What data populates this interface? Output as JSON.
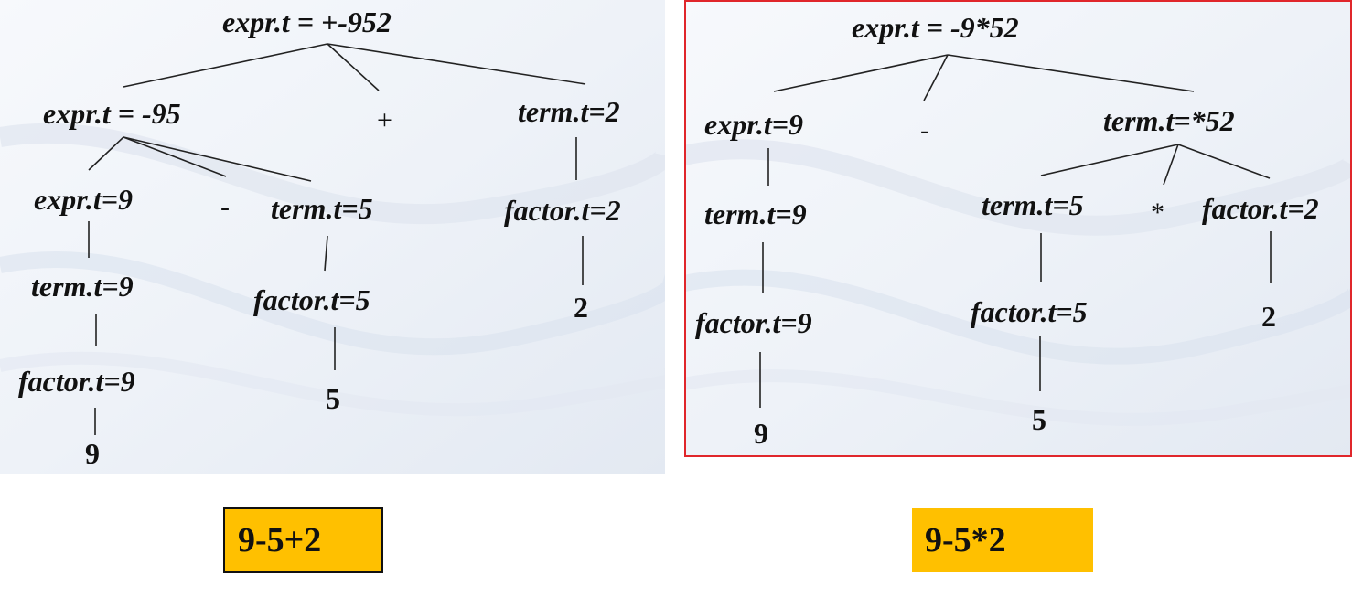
{
  "left_tree": {
    "nodes": {
      "root": "expr.t = +-952",
      "expr_95": "expr.t = -95",
      "plus": "+",
      "term_2": "term.t=2",
      "expr_9": "expr.t=9",
      "minus": "-",
      "term_5": "term.t=5",
      "factor_2": "factor.t=2",
      "term_9": "term.t=9",
      "factor_5": "factor.t=5",
      "digit_2": "2",
      "factor_9": "factor.t=9",
      "digit_5": "5",
      "digit_9": "9"
    },
    "expression": "9-5+2"
  },
  "right_tree": {
    "nodes": {
      "root": "expr.t = -9*52",
      "expr_9": "expr.t=9",
      "minus": "-",
      "term_52": "term.t=*52",
      "term_9": "term.t=9",
      "term_5": "term.t=5",
      "times": "*",
      "factor_2": "factor.t=2",
      "factor_9": "factor.t=9",
      "factor_5": "factor.t=5",
      "digit_2": "2",
      "digit_9": "9",
      "digit_5": "5"
    },
    "expression": "9-5*2"
  },
  "colors": {
    "highlight_box": "#ffc000",
    "frame_border": "#e0262b"
  }
}
